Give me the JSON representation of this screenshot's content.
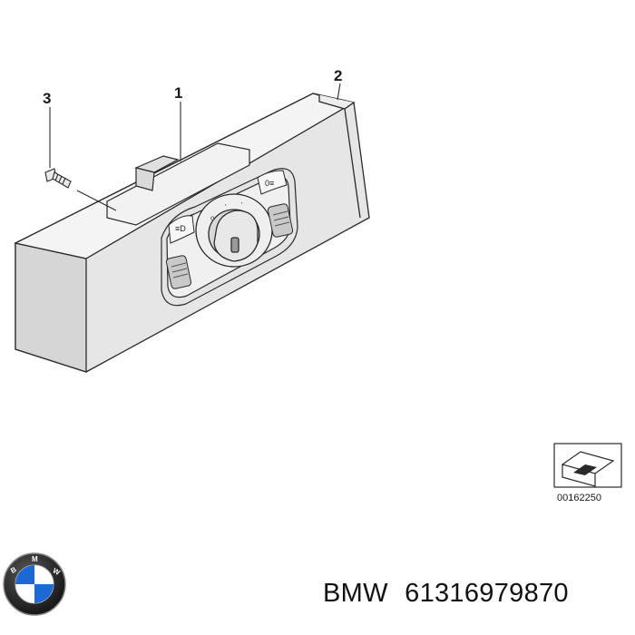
{
  "callouts": {
    "part_1": "1",
    "part_2": "2",
    "part_3": "3"
  },
  "reference_box": {
    "number": "00162250",
    "icon": "arrow-box-icon"
  },
  "footer": {
    "brand": "BMW",
    "part_number": "61316979870"
  },
  "logo": {
    "icon": "bmw-roundel-icon",
    "letters": "BMW"
  }
}
